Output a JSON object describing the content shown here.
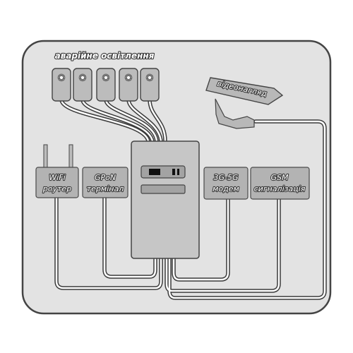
{
  "lighting": {
    "title": "аварійне освітлення",
    "lamp_count": 5
  },
  "camera": {
    "label": "відеонагляд"
  },
  "devices": {
    "wifi": {
      "line1": "WiFi",
      "line2": "роутер"
    },
    "gpon": {
      "line1": "GPoN",
      "line2": "термінал"
    },
    "modem": {
      "line1": "3G-5G",
      "line2": "модем"
    },
    "gsm": {
      "line1": "GSM",
      "line2": "сигналізація"
    }
  },
  "colors": {
    "panel": "#e3e3e3",
    "device": "#b3b3b3",
    "outline": "#3a3a3a",
    "wire_core": "#ffffff"
  }
}
